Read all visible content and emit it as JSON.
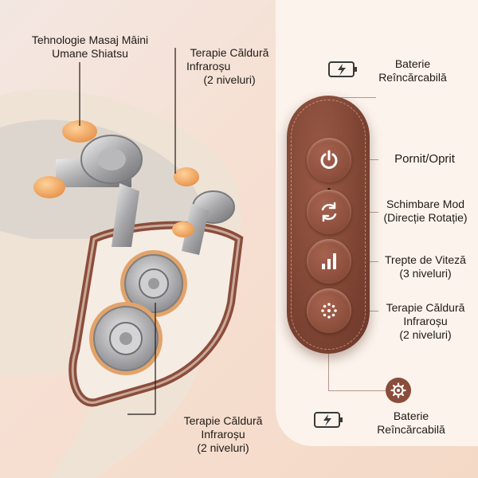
{
  "labels": {
    "shiatsu": {
      "l1": "Tehnologie Masaj Mâini",
      "l2": "Umane Shiatsu"
    },
    "heat_top": {
      "l1": "Terapie Căldură",
      "l2": "Infraroșu",
      "l3": "(2 niveluri)"
    },
    "heat_bottom": {
      "l1": "Terapie Căldură",
      "l2": "Infraroșu",
      "l3": "(2 niveluri)"
    },
    "battery_top": {
      "l1": "Baterie",
      "l2": "Reîncărcabilă"
    },
    "power": {
      "l1": "Pornit/Oprit"
    },
    "mode": {
      "l1": "Schimbare Mod",
      "l2": "(Direcție Rotație)"
    },
    "speed": {
      "l1": "Trepte de Viteză",
      "l2": "(3 niveluri)"
    },
    "heat_right": {
      "l1": "Terapie Căldură",
      "l2": "Infraroșu",
      "l3": "(2 niveluri)"
    },
    "battery_bottom": {
      "l1": "Baterie",
      "l2": "Reîncărcabilă"
    }
  },
  "icons": {
    "power": "power-icon",
    "mode": "rotate-icon",
    "speed": "signal-bars-icon",
    "heat": "heat-dots-icon",
    "gear": "gear-icon",
    "battery": "battery-charging-icon"
  },
  "colors": {
    "remote": "#7e4433",
    "button": "#8b4d3b",
    "accent_orange": "#f1a35c",
    "text": "#1f1a17"
  }
}
